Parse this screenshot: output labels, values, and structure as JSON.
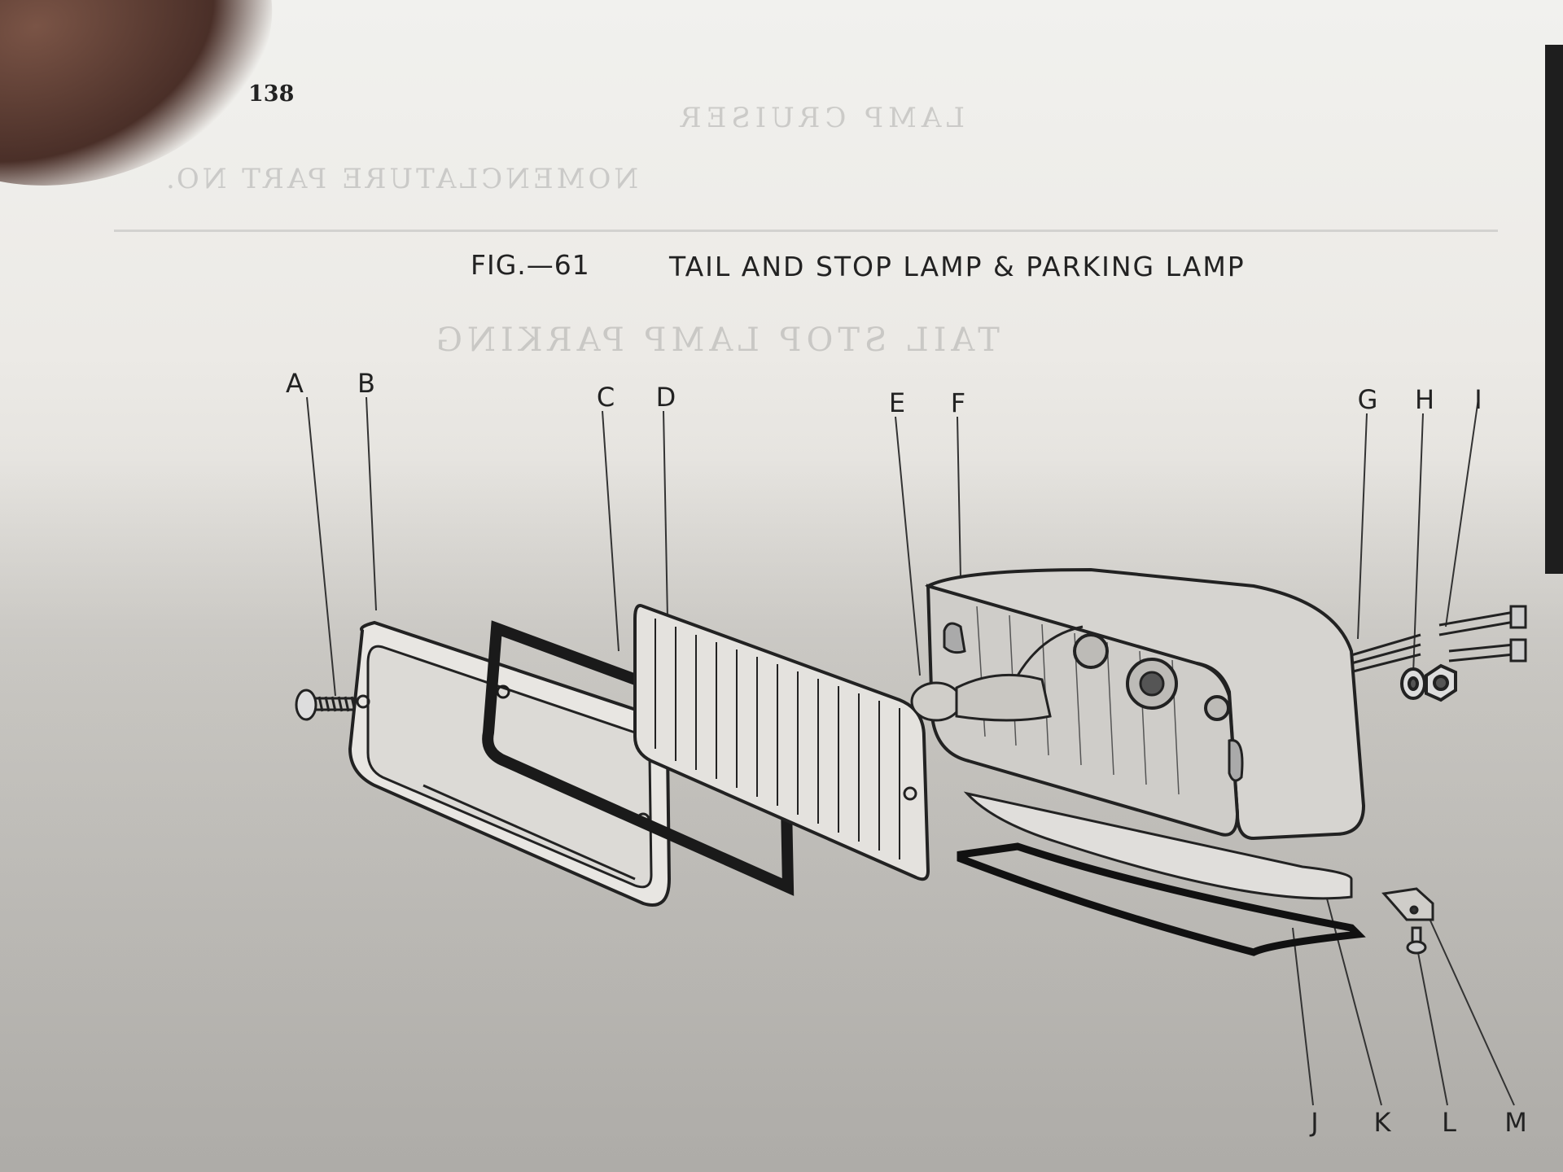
{
  "page_number": "138",
  "figure": {
    "label": "FIG.—61",
    "title": "TAIL AND STOP LAMP & PARKING LAMP"
  },
  "callouts": [
    "A",
    "B",
    "C",
    "D",
    "E",
    "F",
    "G",
    "H",
    "I",
    "J",
    "K",
    "L",
    "M"
  ],
  "colors": {
    "paper": "#eceae6",
    "ink": "#222222",
    "edge": "#1e1e1e"
  }
}
